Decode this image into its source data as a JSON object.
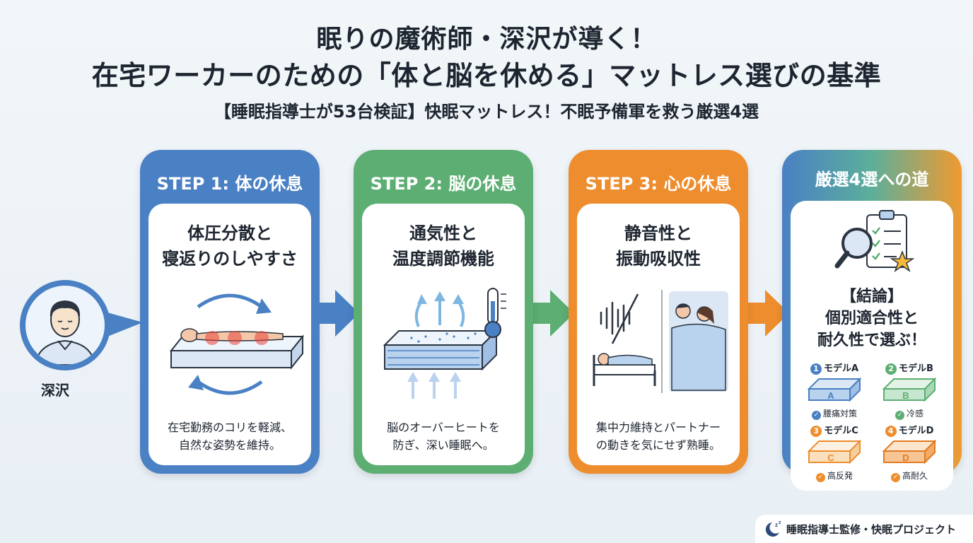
{
  "title_line1": "眠りの魔術師・深沢が導く！",
  "title_line2": "在宅ワーカーのための「体と脳を休める」マットレス選びの基準",
  "subtitle": "【睡眠指導士が53台検証】快眠マットレス！不眠予備軍を救う厳選4選",
  "person": {
    "name": "深沢",
    "icon": "person-avatar-icon"
  },
  "steps": [
    {
      "title": "STEP 1: 体の休息",
      "head_line1": "体圧分散と",
      "head_line2": "寝返りのしやすさ",
      "desc_line1": "在宅勤務のコリを軽減、",
      "desc_line2": "自然な姿勢を維持。",
      "color": "#4a80c4",
      "icon": "body-rest-mattress-icon"
    },
    {
      "title": "STEP 2: 脳の休息",
      "head_line1": "通気性と",
      "head_line2": "温度調節機能",
      "desc_line1": "脳のオーバーヒートを",
      "desc_line2": "防ぎ、深い睡眠へ。",
      "color": "#5cae72",
      "icon": "breathable-mattress-thermometer-icon"
    },
    {
      "title": "STEP 3: 心の休息",
      "head_line1": "静音性と",
      "head_line2": "振動吸収性",
      "desc_line1": "集中力維持とパートナー",
      "desc_line2": "の動きを気にせず熟睡。",
      "color": "#ee8d2e",
      "icon": "quiet-sleep-couple-icon"
    }
  ],
  "final": {
    "title": "厳選4選への道",
    "concl_line1": "【結論】",
    "concl_line2": "個別適合性と",
    "concl_line3": "耐久性で選ぶ！",
    "icon": "checklist-magnifier-icon",
    "models": [
      {
        "num": "1",
        "name": "モデルA",
        "letter": "A",
        "feature": "腰痛対策",
        "color": "#4a80c4"
      },
      {
        "num": "2",
        "name": "モデルB",
        "letter": "B",
        "feature": "冷感",
        "color": "#5cae72"
      },
      {
        "num": "3",
        "name": "モデルC",
        "letter": "C",
        "feature": "高反発",
        "color": "#ee8d2e"
      },
      {
        "num": "4",
        "name": "モデルD",
        "letter": "D",
        "feature": "高耐久",
        "color": "#ee8d2e"
      }
    ]
  },
  "footer": {
    "text": "睡眠指導士監修・快眠プロジェクト",
    "icon": "moon-zzz-icon"
  }
}
